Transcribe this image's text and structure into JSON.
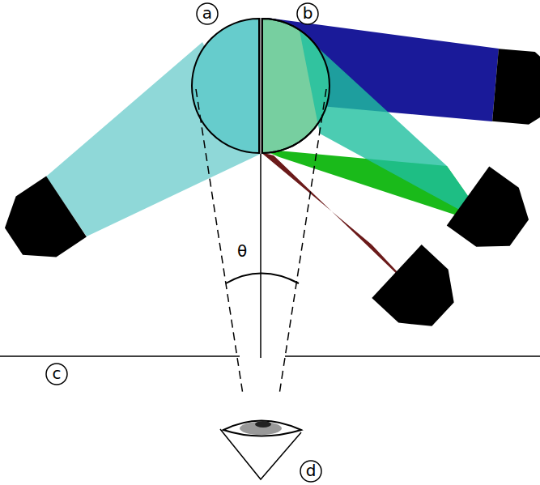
{
  "diagram": {
    "labels": [
      "a",
      "b",
      "θ",
      "c",
      "d"
    ]
  }
}
